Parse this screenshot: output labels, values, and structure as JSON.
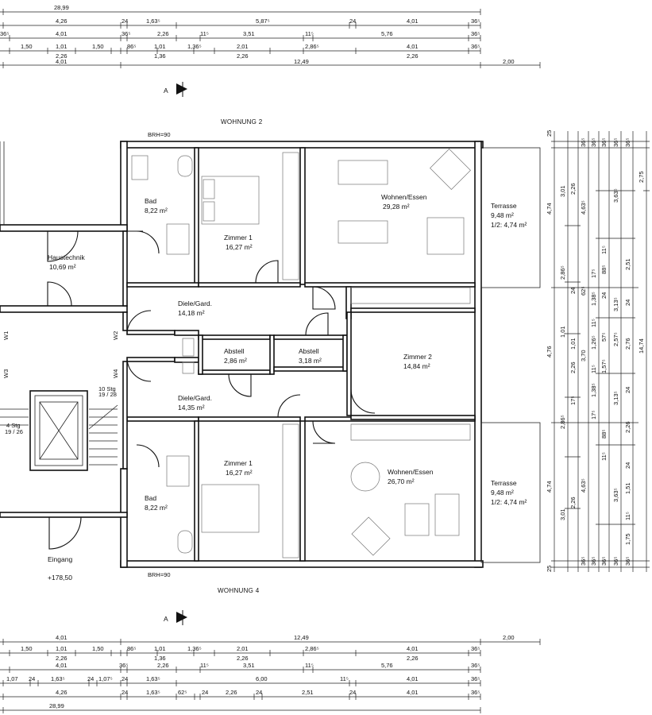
{
  "headings": {
    "top": "WOHNUNG 2",
    "bottom": "WOHNUNG 4",
    "brh_top": "BRH=90",
    "brh_bottom": "BRH=90",
    "entrance": "Eingang",
    "level": "+178,50",
    "section_mark": "A",
    "stairs_a": "10 Stg",
    "stairs_b": "19 / 28",
    "stairs_c": "4 Stg",
    "stairs_d": "19 / 26"
  },
  "rooms": {
    "bad_top": {
      "name": "Bad",
      "area": "8,22 m²"
    },
    "zimmer1_top": {
      "name": "Zimmer 1",
      "area": "16,27 m²"
    },
    "wohnen_top": {
      "name": "Wohnen/Essen",
      "area": "29,28 m²"
    },
    "terrasse_top": {
      "name": "Terrasse",
      "area": "9,48 m²",
      "half": "1/2: 4,74 m²"
    },
    "haustechnik": {
      "name": "Haustechnik",
      "area": "10,69 m²"
    },
    "diele_top": {
      "name": "Diele/Gard.",
      "area": "14,18 m²"
    },
    "abstell_left": {
      "name": "Abstell",
      "area": "2,86 m²"
    },
    "abstell_right": {
      "name": "Abstell",
      "area": "3,18 m²"
    },
    "zimmer2": {
      "name": "Zimmer 2",
      "area": "14,84 m²"
    },
    "diele_bottom": {
      "name": "Diele/Gard.",
      "area": "14,35 m²"
    },
    "zimmer1_bottom": {
      "name": "Zimmer 1",
      "area": "16,27 m²"
    },
    "wohnen_bottom": {
      "name": "Wohnen/Essen",
      "area": "26,70 m²"
    },
    "bad_bottom": {
      "name": "Bad",
      "area": "8,22 m²"
    },
    "terrasse_bottom": {
      "name": "Terrasse",
      "area": "9,48 m²",
      "half": "1/2: 4,74 m²"
    }
  },
  "walls": [
    "W1",
    "W2",
    "W3",
    "W4"
  ],
  "dims_top": {
    "row1": [
      "28,99"
    ],
    "row2": [
      "4,26",
      "24",
      "1,63⁵",
      "5,87⁵",
      "24",
      "4,01",
      "36⁵"
    ],
    "row3": [
      "36⁵",
      "4,01",
      "36⁵",
      "2,26",
      "11⁵",
      "3,51",
      "11⁵",
      "5,76",
      "36⁵"
    ],
    "row4": [
      "1,50",
      "1,01",
      "1,50",
      "86⁵",
      "1,01",
      "1,36⁵",
      "2,01",
      "2,86⁵",
      "4,01",
      "36⁵"
    ],
    "row4b": [
      "2,26",
      "1,36",
      "2,26",
      "2,26"
    ],
    "row5": [
      "4,01",
      "12,49",
      "2,00"
    ]
  },
  "dims_bottom": {
    "row1": [
      "4,01",
      "12,49",
      "2,00"
    ],
    "row2": [
      "1,50",
      "1,01",
      "1,50",
      "86⁵",
      "1,01",
      "1,36⁵",
      "2,01",
      "2,86⁵",
      "4,01",
      "36⁵"
    ],
    "row2b": [
      "2,26",
      "1,36",
      "2,26",
      "2,26"
    ],
    "row3": [
      "4,01",
      "36⁵",
      "2,26",
      "11⁵",
      "3,51",
      "11⁵",
      "5,76",
      "36⁵"
    ],
    "row4": [
      "1,07",
      "24",
      "1,63⁵",
      "24",
      "1,07⁵",
      "24",
      "1,63⁵",
      "6,00",
      "11⁵",
      "4,01",
      "36⁵"
    ],
    "row5": [
      "4,26",
      "24",
      "1,63⁵",
      "62⁵",
      "24",
      "2,26",
      "24",
      "2,51",
      "24",
      "4,01",
      "36⁵"
    ],
    "row6": [
      "28,99"
    ]
  },
  "dims_right": {
    "c1": [
      "25",
      "4,74",
      "4,76",
      "4,74",
      "25"
    ],
    "c2": [
      "3,01",
      "2,86⁵",
      "1,01",
      "2,86⁵",
      "3,01"
    ],
    "c3": [
      "2,26",
      "24",
      "2,26",
      "1,01",
      "17⁵",
      "2,26"
    ],
    "c4": [
      "36⁵",
      "4,63⁵",
      "62⁵",
      "3,70",
      "4,63⁵",
      "36⁵"
    ],
    "c5": [
      "36⁵",
      "17⁵",
      "1,38⁵",
      "11⁵",
      "1,26⁵",
      "11⁵",
      "1,38⁵",
      "17⁵",
      "36⁵"
    ],
    "c6": [
      "36⁵",
      "11⁵",
      "88⁵",
      "24",
      "57⁵",
      "1,57⁵",
      "88⁵",
      "11⁵",
      "36⁵"
    ],
    "c7": [
      "36⁵",
      "3,63⁵",
      "3,13⁵",
      "2,57⁵",
      "3,13⁵",
      "3,63⁵",
      "36⁵"
    ],
    "c8": [
      "36⁵",
      "2,51",
      "24",
      "2,76",
      "24",
      "2,26",
      "24",
      "1,51",
      "11⁵",
      "1,75",
      "36⁵"
    ],
    "c9": [
      "2,75",
      "14,74"
    ]
  }
}
